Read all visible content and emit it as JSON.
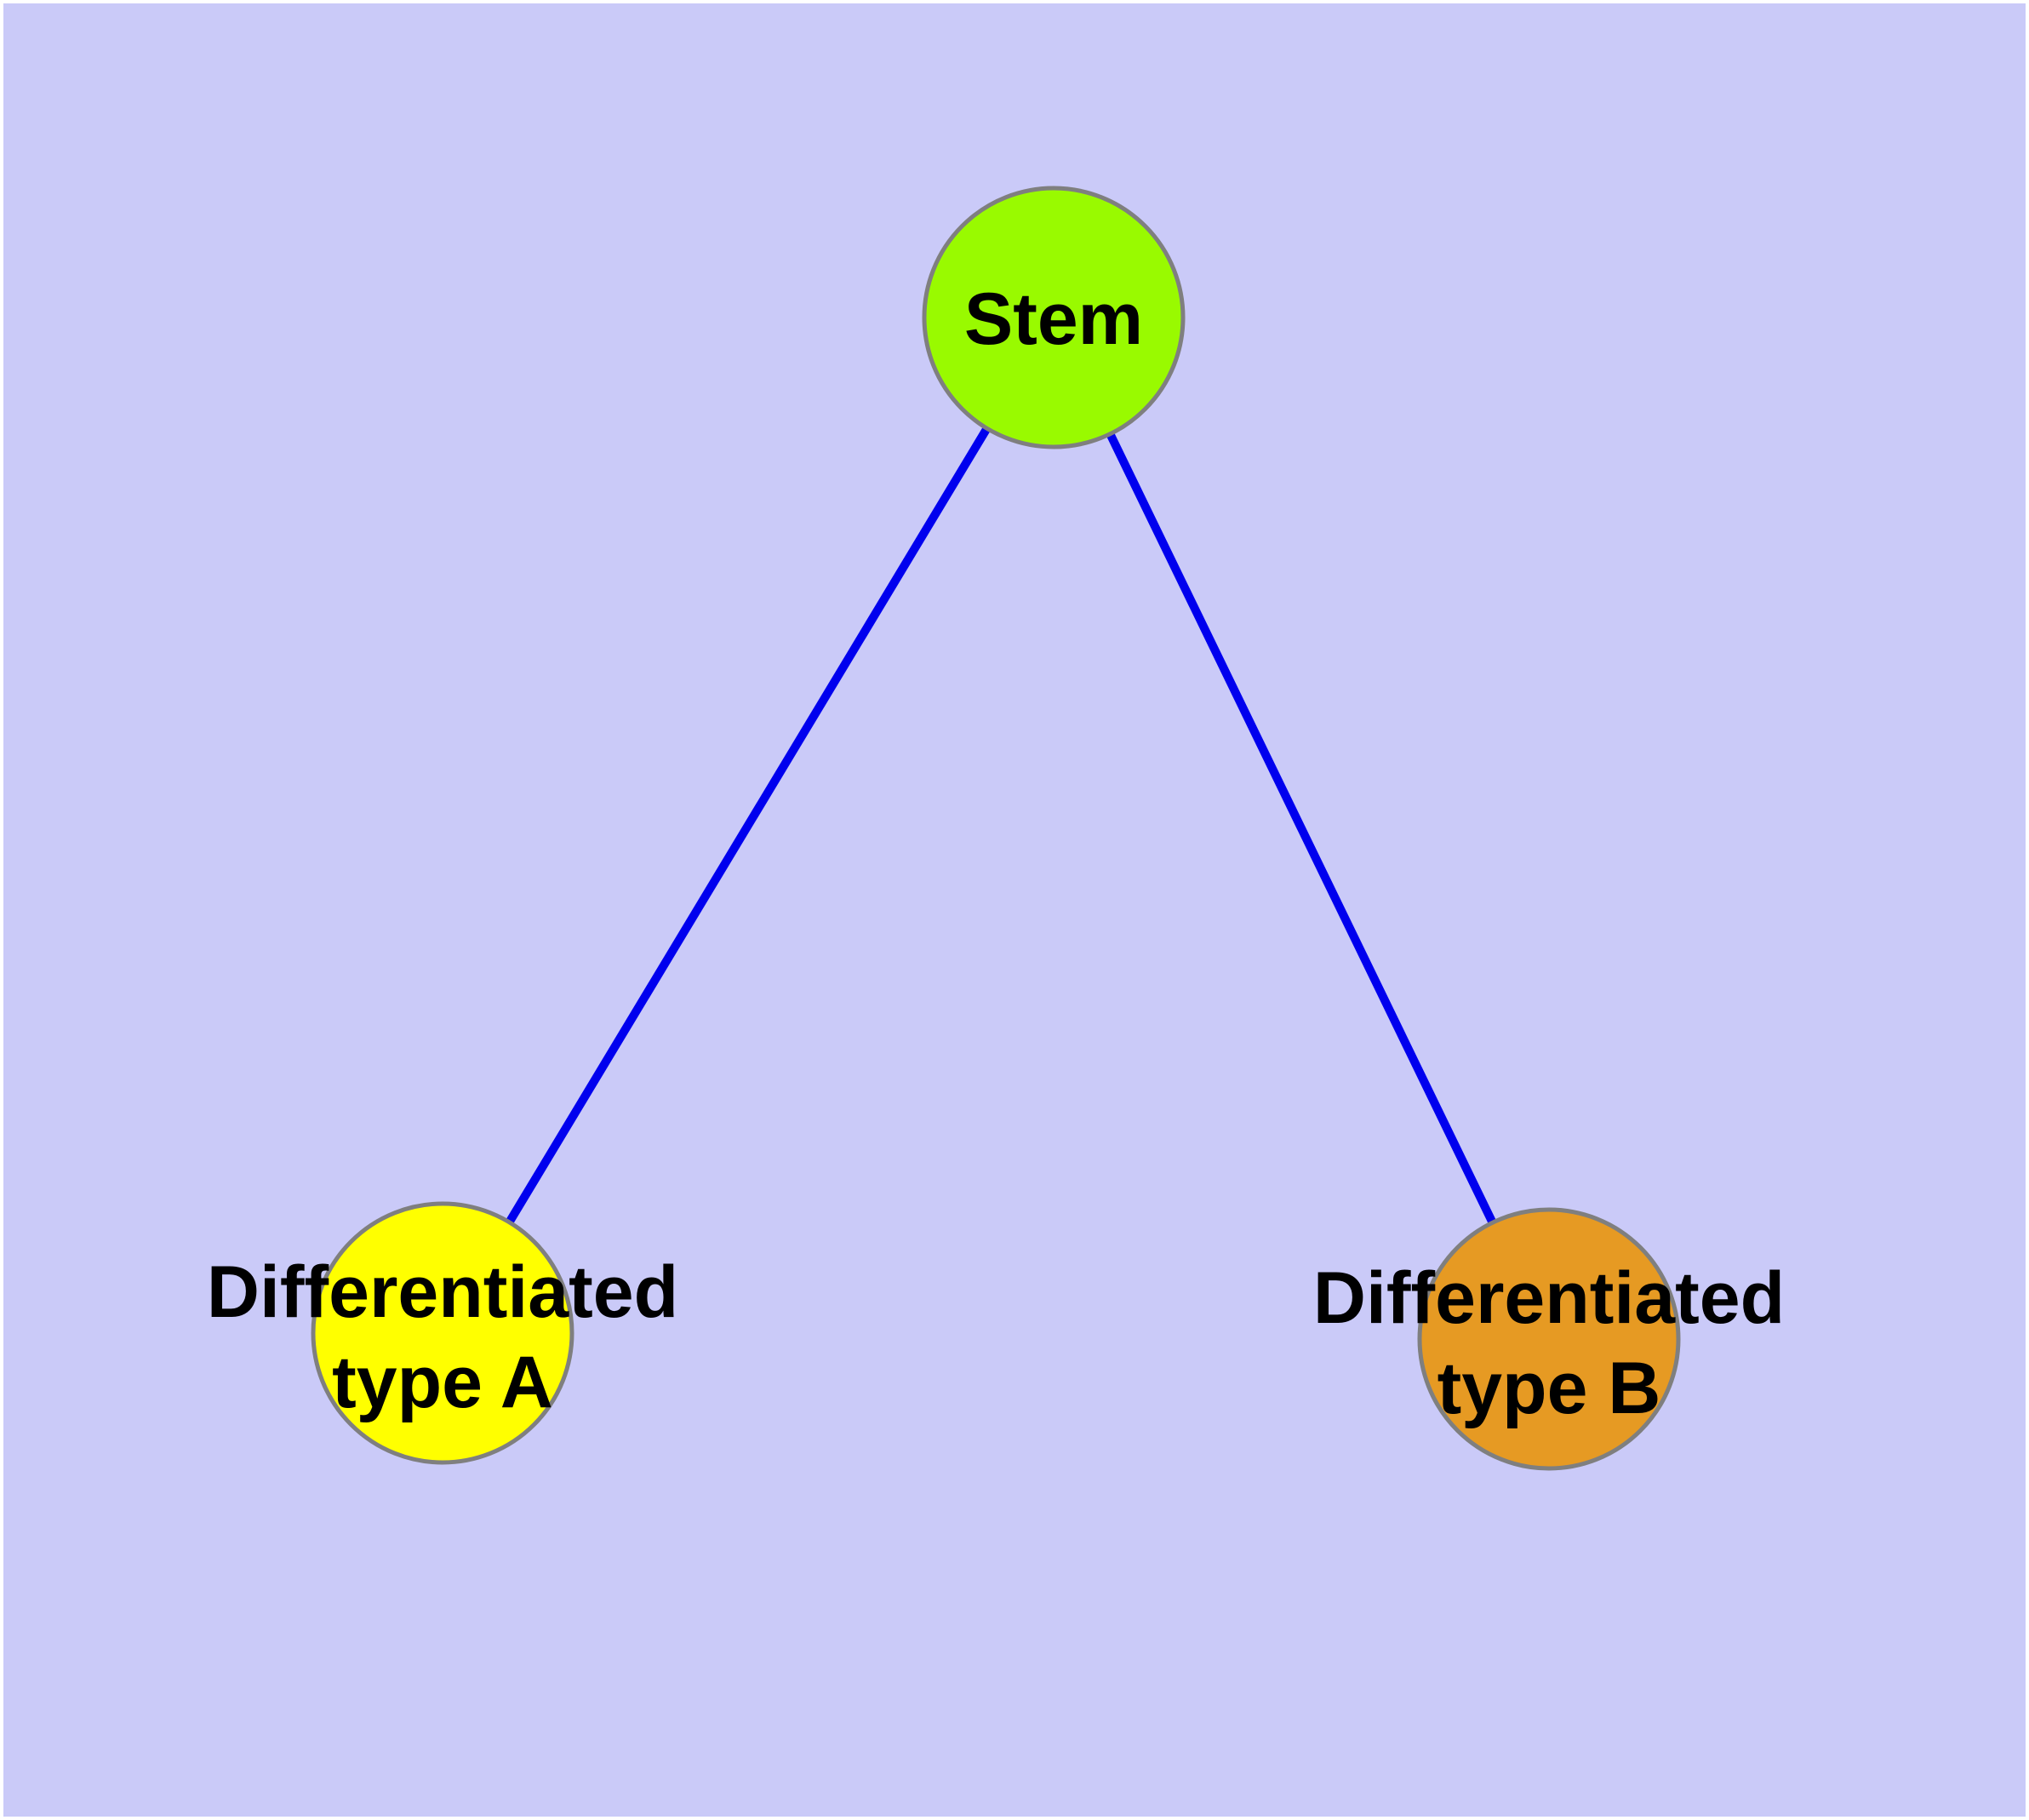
{
  "diagram": {
    "type": "graph",
    "background_color": "#cacaf8",
    "frame_color": "#ffffff",
    "edge_color": "#0000ee",
    "node_border_color": "#7f7f7f",
    "label_color": "#000000",
    "nodes": {
      "stem": {
        "label": "Stem",
        "fill": "#99fa00"
      },
      "type_a": {
        "label_line1": "Differentiated",
        "label_line2": "type A",
        "fill": "#ffff00"
      },
      "type_b": {
        "label_line1": "Differentiated",
        "label_line2": "type B",
        "fill": "#e69a23"
      }
    },
    "edges": [
      {
        "from": "Stem",
        "to": "Differentiated type A"
      },
      {
        "from": "Stem",
        "to": "Differentiated type B"
      }
    ]
  }
}
